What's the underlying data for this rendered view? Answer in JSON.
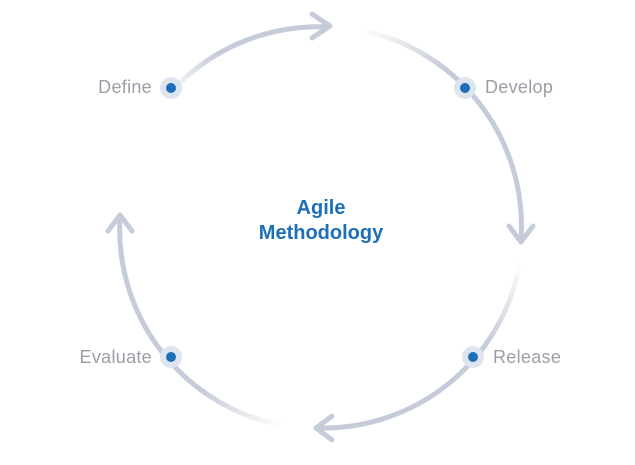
{
  "diagram": {
    "center_title_line1": "Agile",
    "center_title_line2": "Methodology",
    "stages": [
      "Define",
      "Develop",
      "Release",
      "Evaluate"
    ]
  },
  "colors": {
    "arc": "#c5cbd8",
    "marker_ring": "#dfe5ef",
    "marker_dot": "#1d6fb8",
    "stage_label": "#9a9ea6",
    "title": "#1d6fb8"
  }
}
